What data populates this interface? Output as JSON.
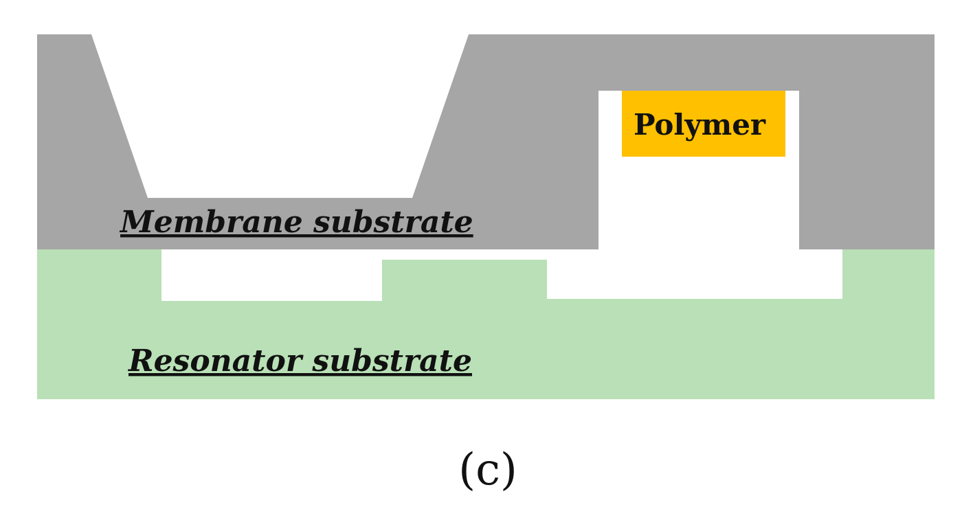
{
  "labels": {
    "membrane": "Membrane substrate",
    "resonator": "Resonator substrate",
    "polymer": "Polymer",
    "caption": "(c)"
  },
  "colors": {
    "membrane": "#a6a6a6",
    "resonator": "#b9e0b6",
    "polymer": "#ffc000",
    "cavity": "#ffffff",
    "text": "#111111"
  }
}
